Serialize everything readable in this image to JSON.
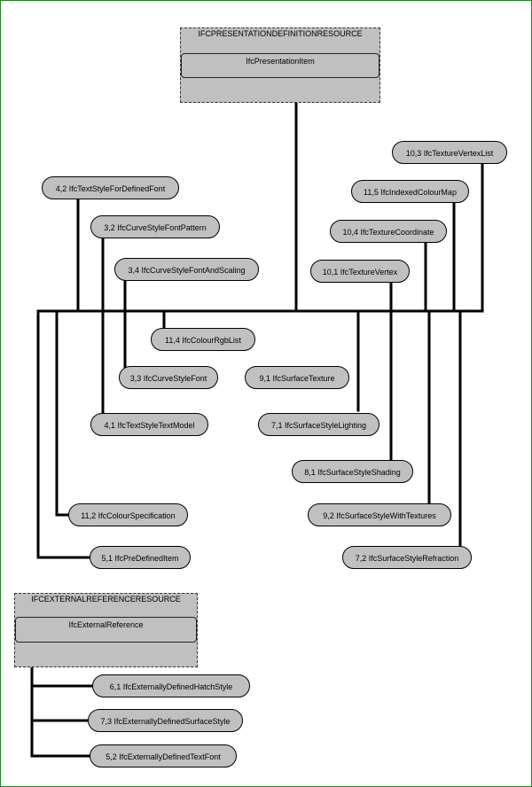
{
  "resources": {
    "presentation": {
      "title": "IFCPRESENTATIONDEFINITIONRESOURCE",
      "supertype": "IfcPresentationItem"
    },
    "external": {
      "title": "IFCEXTERNALREFERENCERESOURCE",
      "supertype": "IfcExternalReference"
    }
  },
  "nodes": {
    "texture_vertex_list": "10,3 IfcTextureVertexList",
    "indexed_colour_map": "11,5 IfcIndexedColourMap",
    "texture_coordinate": "10,4 IfcTextureCoordinate",
    "texture_vertex": "10,1 IfcTextureVertex",
    "text_style_for_defined_font": "4,2 IfcTextStyleForDefinedFont",
    "curve_style_font_pattern": "3,2 IfcCurveStyleFontPattern",
    "curve_style_font_and_scaling": "3,4 IfcCurveStyleFontAndScaling",
    "colour_rgb_list": "11,4 IfcColourRgbList",
    "curve_style_font": "3,3 IfcCurveStyleFont",
    "surface_texture": "9,1 IfcSurfaceTexture",
    "text_style_text_model": "4,1 IfcTextStyleTextModel",
    "surface_style_lighting": "7,1 IfcSurfaceStyleLighting",
    "surface_style_shading": "8,1 IfcSurfaceStyleShading",
    "colour_specification": "11,2 IfcColourSpecification",
    "surface_style_with_textures": "9,2 IfcSurfaceStyleWithTextures",
    "pre_defined_item": "5,1 IfcPreDefinedItem",
    "surface_style_refraction": "7,2 IfcSurfaceStyleRefraction",
    "externally_defined_hatch_style": "6,1 IfcExternallyDefinedHatchStyle",
    "externally_defined_surface_style": "7,3 IfcExternallyDefinedSurfaceStyle",
    "externally_defined_text_font": "5,2 IfcExternallyDefinedTextFont"
  }
}
